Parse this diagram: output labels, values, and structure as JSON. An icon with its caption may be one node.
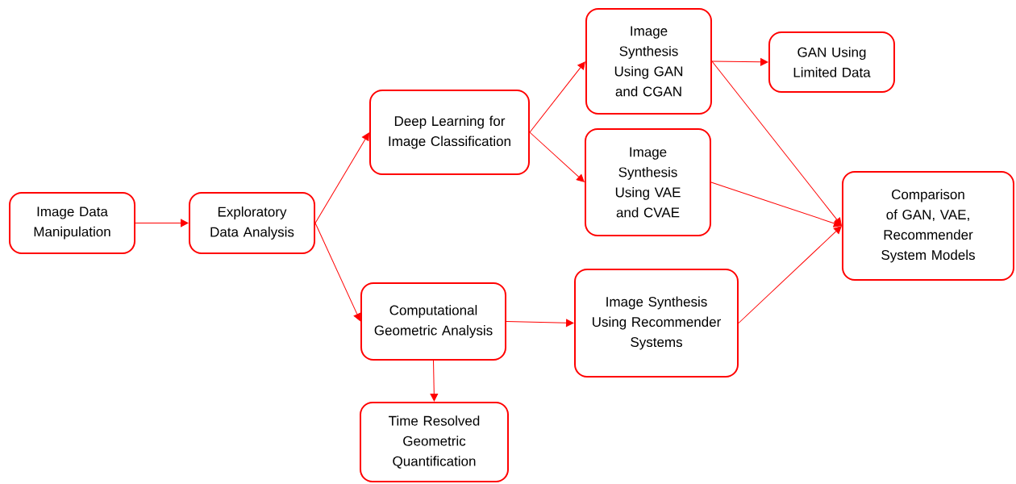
{
  "diagram": {
    "nodes": [
      {
        "text": [
          "Image Data Manipulation"
        ]
      },
      {
        "text": [
          "Exploratory Data Analysis"
        ]
      },
      {
        "text": [
          "Deep Learning for Image Classification"
        ]
      },
      {
        "text": [
          "Image Synthesis Using GAN and CGAN"
        ]
      },
      {
        "text": [
          "GAN Using Limited Data"
        ]
      },
      {
        "text": [
          "Image Synthesis Using VAE and CVAE"
        ]
      },
      {
        "text": [
          "Comparison of GAN, VAE, Recommender System Models"
        ]
      },
      {
        "text": [
          "Computational Geometric Analysis"
        ]
      },
      {
        "text": [
          "Image Synthesis Using Recommender Systems"
        ]
      },
      {
        "text": [
          "Time Resolved Geometric Quantification"
        ]
      }
    ],
    "edges": [
      {
        "from": 0,
        "to": 1,
        "arrow": "to"
      },
      {
        "from": 1,
        "to": 2,
        "arrow": "to"
      },
      {
        "from": 1,
        "to": 7,
        "arrow": "to"
      },
      {
        "from": 2,
        "to": 3,
        "arrow": "to"
      },
      {
        "from": 2,
        "to": 5,
        "arrow": "to"
      },
      {
        "from": 3,
        "to": 4,
        "arrow": "to"
      },
      {
        "from": 3,
        "to": 6,
        "arrow": "to"
      },
      {
        "from": 5,
        "to": 6,
        "arrow": "to"
      },
      {
        "from": 7,
        "to": 8,
        "arrow": "to"
      },
      {
        "from": 8,
        "to": 6,
        "arrow": "to"
      },
      {
        "from": 7,
        "to": 9,
        "arrow": "to"
      }
    ]
  }
}
